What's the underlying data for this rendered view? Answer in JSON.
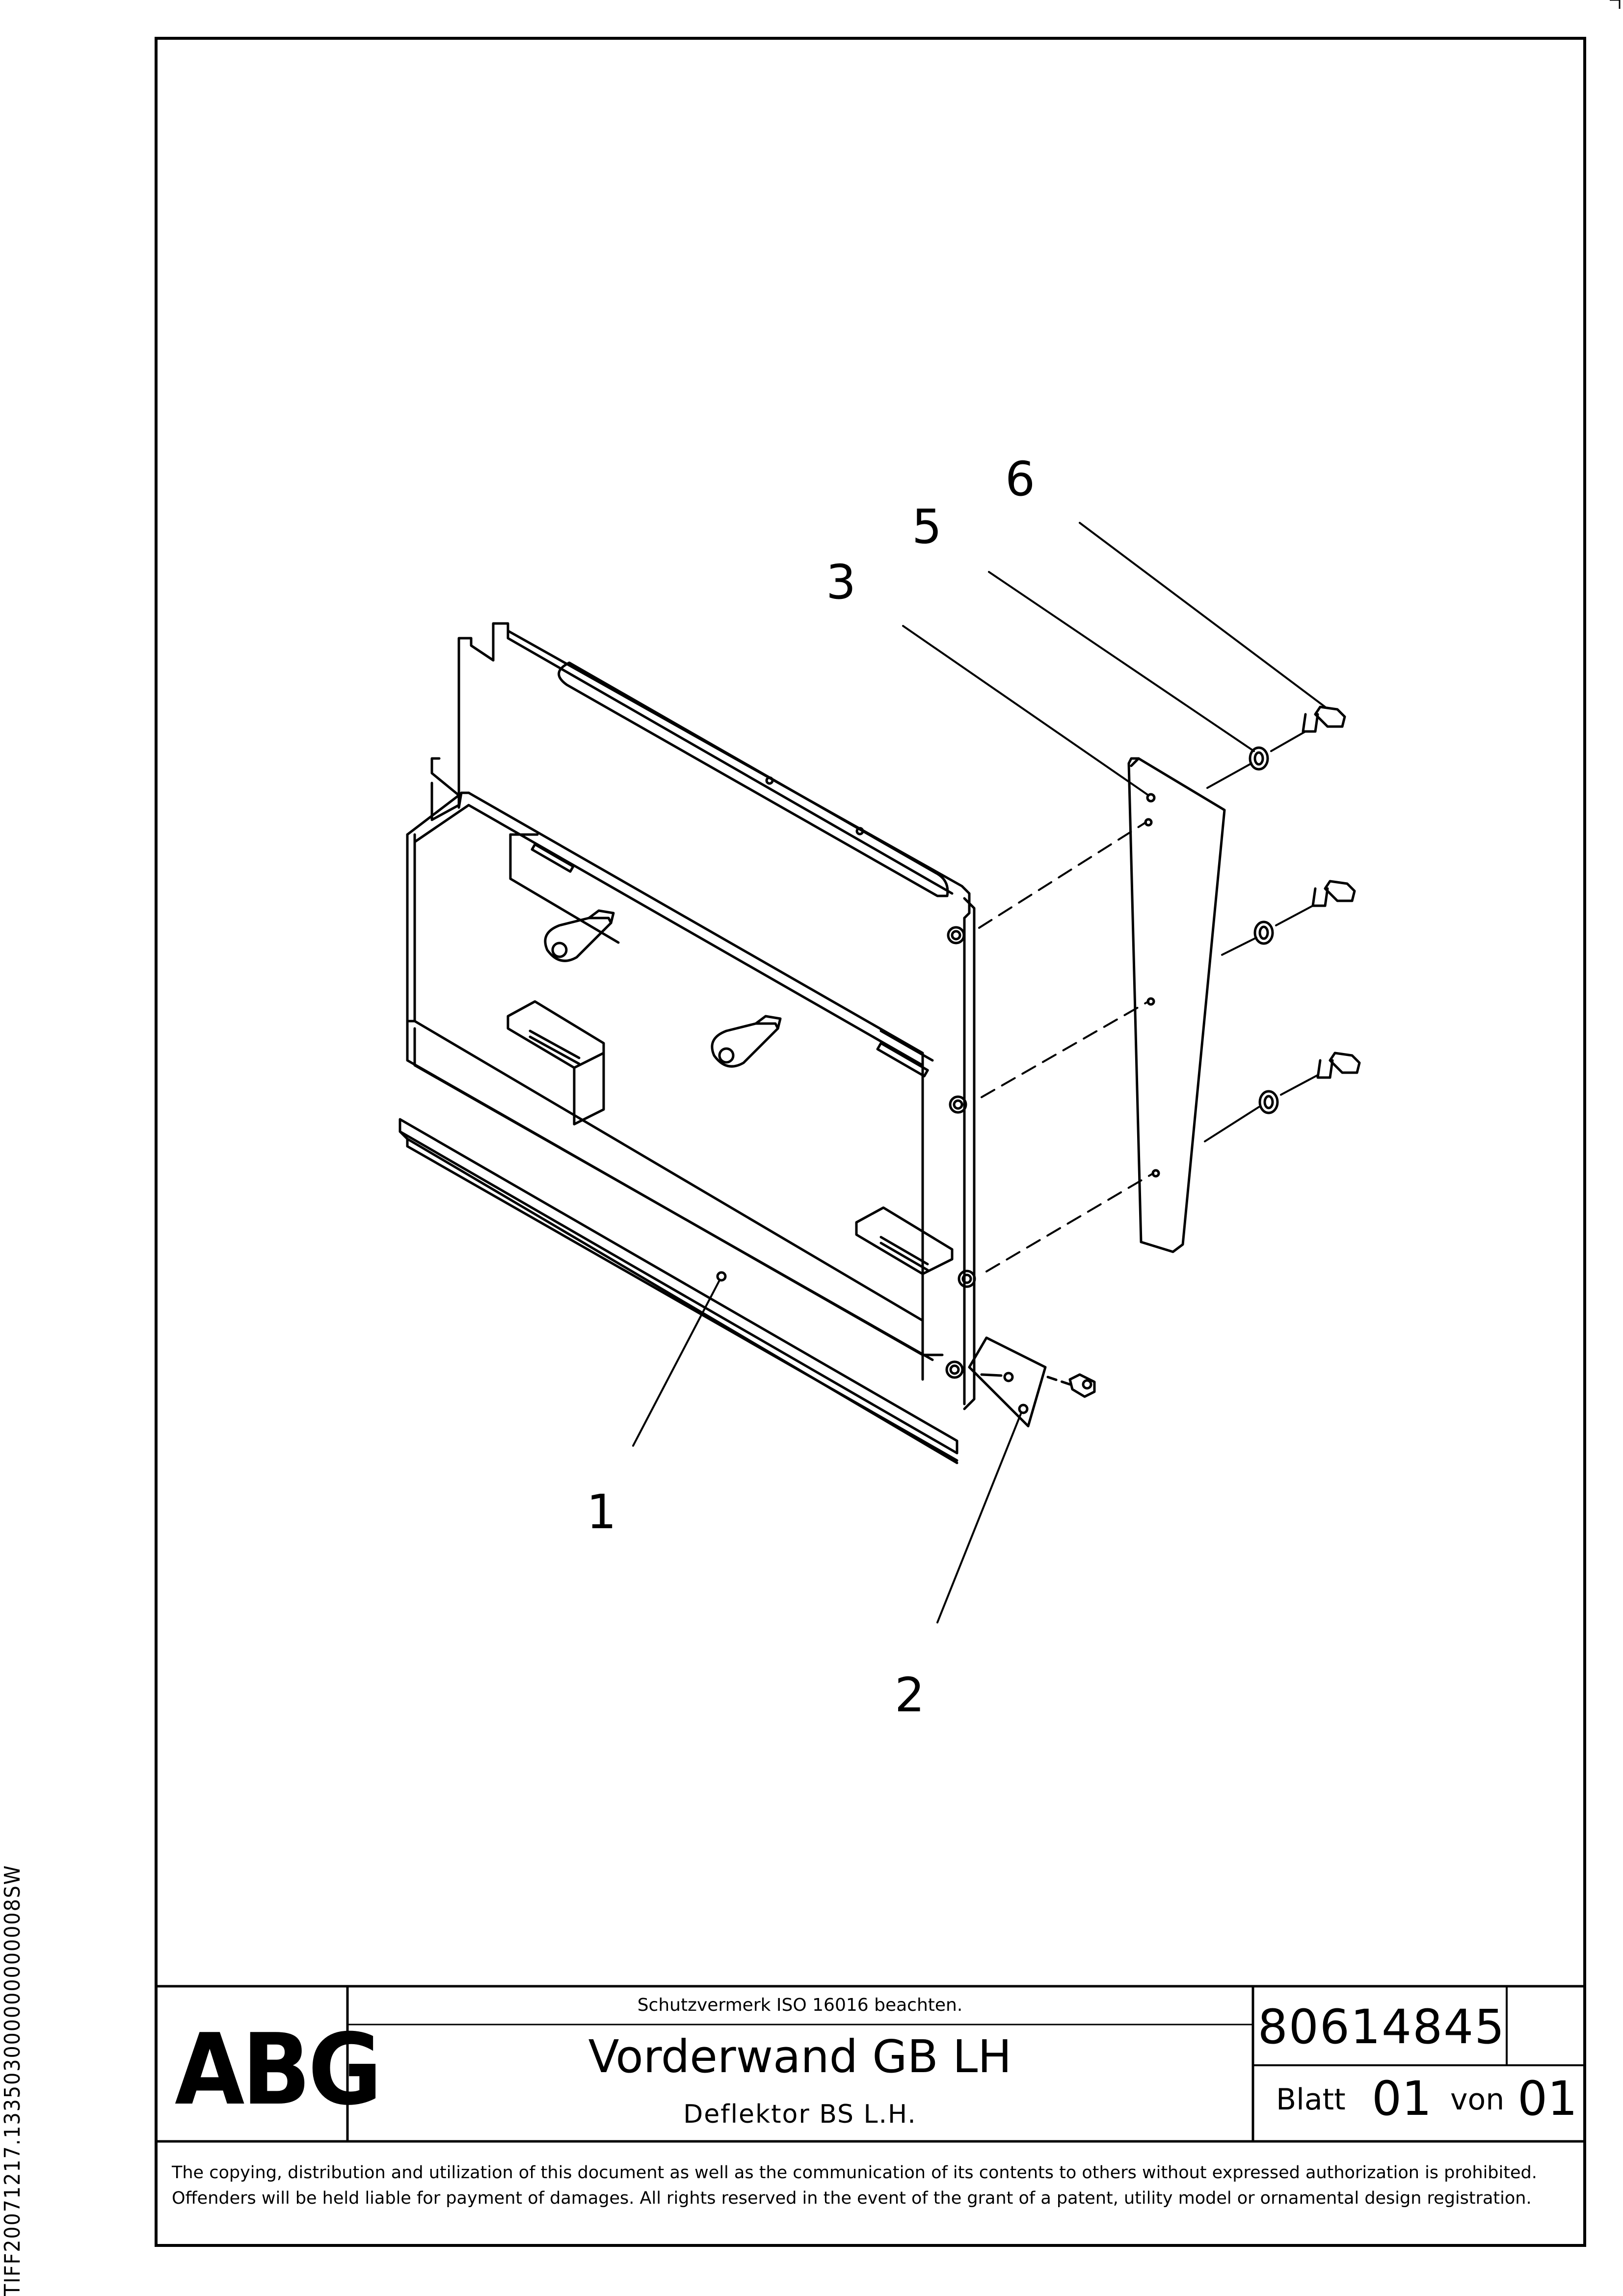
{
  "document_id_vertical": "TIFF20071217.133503000000000008SW",
  "drawing": {
    "callouts": [
      "6",
      "5",
      "3",
      "1",
      "2"
    ]
  },
  "title_block": {
    "logo_text": "ABG",
    "protection_note": "Schutzvermerk ISO 16016 beachten.",
    "title": "Vorderwand GB LH",
    "subtitle": "Deflektor BS L.H.",
    "document_number": "80614845",
    "sheet_label": "Blatt",
    "sheet_number": "01",
    "of_label": "von",
    "sheet_total": "01"
  },
  "copyright": "The copying, distribution and utilization of this document as well as the communication of its contents to others without expressed authorization is prohibited. Offenders will be held liable for payment of damages. All rights reserved in the event of the grant of a patent, utility model or ornamental design registration."
}
